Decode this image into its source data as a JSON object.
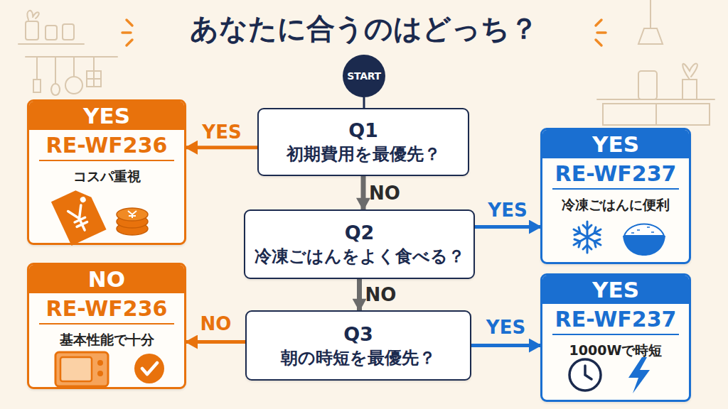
{
  "diagram": {
    "title": "あなたに合うのはどっち？",
    "nodes": [
      {
        "text": [
          "START"
        ]
      },
      {
        "text": [
          "Q1",
          "初期費用を最優先？"
        ]
      },
      {
        "text": [
          "YES",
          "RE-WF236",
          "コスパ重視"
        ]
      },
      {
        "text": [
          "Q2",
          "冷凍ごはんをよく食べる？"
        ]
      },
      {
        "text": [
          "YES",
          "RE-WF237",
          "冷凍ごはんに便利"
        ]
      },
      {
        "text": [
          "Q3",
          "朝の時短を最優先？"
        ]
      },
      {
        "text": [
          "NO",
          "RE-WF236",
          "基本性能で十分"
        ]
      },
      {
        "text": [
          "YES",
          "RE-WF237",
          "1000Wで時短"
        ]
      }
    ],
    "edges": [
      {
        "from": 0,
        "to": 1,
        "arrow": "none"
      },
      {
        "from": 1,
        "to": 2,
        "label": "YES",
        "arrow": "to"
      },
      {
        "from": 1,
        "to": 3,
        "label": "NO",
        "arrow": "to"
      },
      {
        "from": 3,
        "to": 4,
        "label": "YES",
        "arrow": "to"
      },
      {
        "from": 3,
        "to": 5,
        "label": "NO",
        "arrow": "to"
      },
      {
        "from": 5,
        "to": 6,
        "label": "NO",
        "arrow": "to"
      },
      {
        "from": 5,
        "to": 7,
        "label": "YES",
        "arrow": "to"
      }
    ]
  }
}
